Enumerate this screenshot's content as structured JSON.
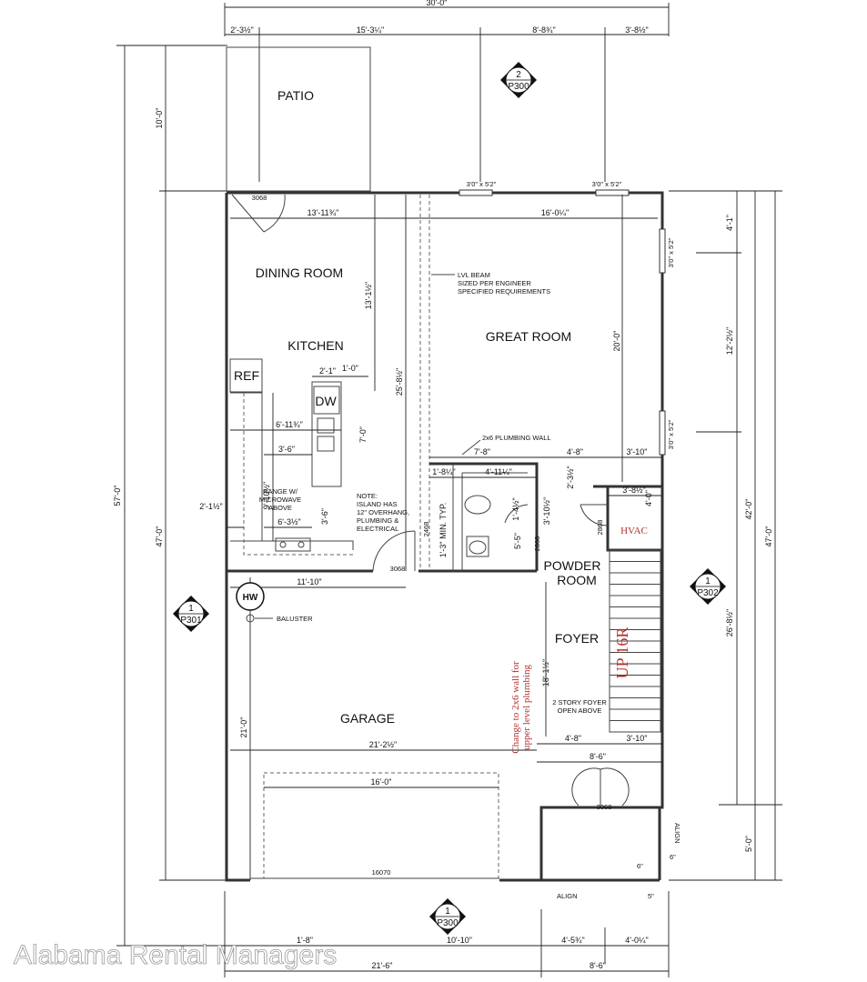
{
  "rooms": {
    "patio": "PATIO",
    "dining_room": "DINING ROOM",
    "kitchen": "KITCHEN",
    "great_room": "GREAT ROOM",
    "ref": "REF",
    "dw": "DW",
    "powder_room_1": "POWDER",
    "powder_room_2": "ROOM",
    "foyer": "FOYER",
    "garage": "GARAGE",
    "hvac": "HVAC",
    "hw": "HW"
  },
  "notes": {
    "lvl_beam_1": "LVL BEAM",
    "lvl_beam_2": "SIZED PER ENGINEER",
    "lvl_beam_3": "SPECIFIED REQUIREMENTS",
    "plumbing_wall": "2x6 PLUMBING WALL",
    "range_1": "RANGE W/",
    "range_2": "MICROWAVE",
    "range_3": "ABOVE",
    "island_1": "NOTE:",
    "island_2": "ISLAND HAS",
    "island_3": "12\" OVERHANG,",
    "island_4": "PLUMBING &",
    "island_5": "ELECTRICAL",
    "baluster": "BALUSTER",
    "foyer_note_1": "2 STORY FOYER",
    "foyer_note_2": "OPEN ABOVE",
    "align_1": "ALIGN",
    "align_2": "ALIGN",
    "min_typ": "1'-3\" MIN. TYP.",
    "stairs": "UP 16R",
    "wall_change_1": "Change to 2x6 wall for",
    "wall_change_2": "upper level plumbing"
  },
  "dimensions": {
    "overall_width": "30'-0\"",
    "top_1": "2'-3½\"",
    "top_2": "15'-3¼\"",
    "top_3": "8'-8¾\"",
    "top_4": "3'-8½\"",
    "patio_depth": "10'-0\"",
    "left_overall": "57'-0\"",
    "left_house": "47'-0\"",
    "left_garage": "21'-0\"",
    "dining_width": "13'-11¾\"",
    "great_width": "16'-0¼\"",
    "dining_depth": "13'-1½\"",
    "kitchen_depth": "25'-8½\"",
    "great_depth": "20'-0\"",
    "right_1": "4'-1\"",
    "right_2": "12'-2½\"",
    "right_3": "26'-8½\"",
    "right_42": "42'-0\"",
    "right_47": "47'-0\"",
    "right_5": "5'-0\"",
    "island_a": "2'-1\"",
    "island_b": "1'-0\"",
    "k_6113": "6'-11¾\"",
    "k_36": "3'-6\"",
    "k_70": "7'-0\"",
    "k_9105": "9'-10½\"",
    "k_36b": "3'-6\"",
    "k_635": "6'-3½\"",
    "k_215": "2'-1½\"",
    "p_78": "7'-8\"",
    "p_48": "4'-8\"",
    "p_310": "3'-10\"",
    "p_1825": "1'-8¼\"",
    "p_41125": "4'-11¼\"",
    "p_235": "2'-3½\"",
    "p_3105": "3'-10½\"",
    "p_55": "5'-5\"",
    "p_145": "1'-4½\"",
    "p_385": "3'-8½\"",
    "p_40": "4'-0\"",
    "g_1110": "11'-10\"",
    "f_18115": "18'-1½\"",
    "g_2125": "21'-2½\"",
    "f_48": "4'-8\"",
    "f_310": "3'-10\"",
    "f_86": "8'-6\"",
    "door_w": "16'-0\"",
    "b_186": "1'-8\"",
    "b_1010": "10'-10\"",
    "b_4575": "4'-5¾\"",
    "b_4025": "4'-0¼\"",
    "b_216": "21'-6\"",
    "b_86": "8'-6\"",
    "d_6a": "6\"",
    "d_5": "5\"",
    "d_6b": "6\""
  },
  "openings": {
    "door_3068_patio": "3068",
    "door_3068_garage": "3068",
    "door_3068_front": "3068",
    "door_2468": "2468",
    "door_2868a": "2868",
    "door_2868b": "2868",
    "garage_door": "16070",
    "window_top_1": "3'0\" x 5'2\"",
    "window_top_2": "3'0\" x 5'2\"",
    "window_right_1": "3'0\" x 5'2\"",
    "window_right_2": "3'0\" x 5'2\""
  },
  "section_markers": [
    {
      "num": "2",
      "sheet": "P300"
    },
    {
      "num": "1",
      "sheet": "P301"
    },
    {
      "num": "1",
      "sheet": "P302"
    },
    {
      "num": "1",
      "sheet": "P300"
    }
  ],
  "watermark": "Alabama Rental Managers"
}
